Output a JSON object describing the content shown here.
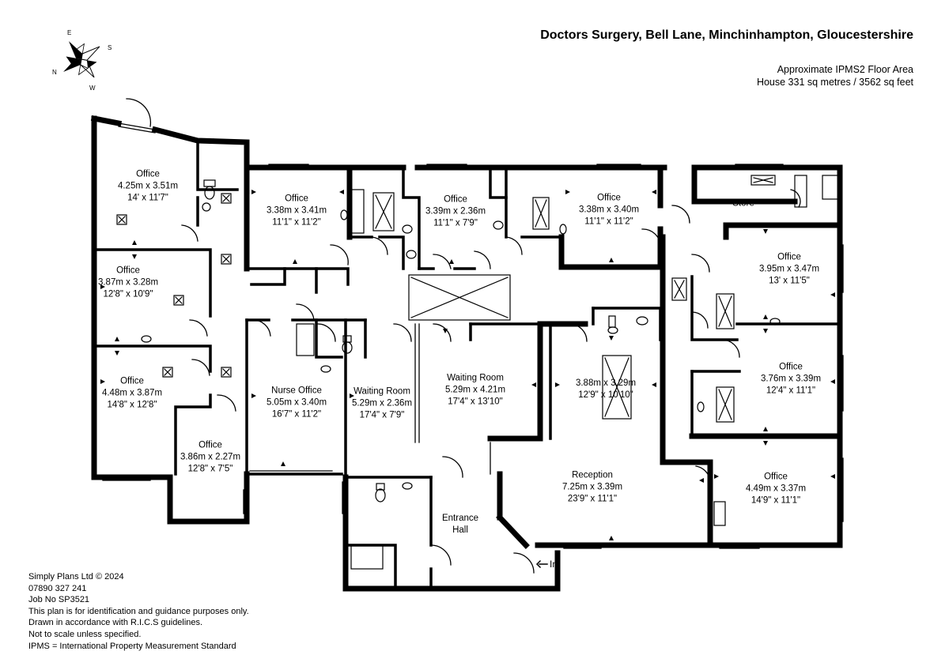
{
  "header": {
    "title": "Doctors Surgery, Bell Lane, Minchinhampton, Gloucestershire",
    "area_label": "Approximate IPMS2 Floor Area",
    "area_value": "House  331 sq metres / 3562 sq feet"
  },
  "compass": {
    "n": "N",
    "s": "S",
    "e": "E",
    "w": "W"
  },
  "entrance_label": "In",
  "rooms": [
    {
      "name": "Office",
      "metric": "4.25m x 3.51m",
      "imperial": "14' x 11'7\""
    },
    {
      "name": "Office",
      "metric": "3.87m x 3.28m",
      "imperial": "12'8\" x 10'9\""
    },
    {
      "name": "Office",
      "metric": "4.48m x 3.87m",
      "imperial": "14'8\" x 12'8\""
    },
    {
      "name": "Office",
      "metric": "3.86m x 2.27m",
      "imperial": "12'8\" x 7'5\""
    },
    {
      "name": "Office",
      "metric": "3.38m x 3.41m",
      "imperial": "11'1\" x 11'2\""
    },
    {
      "name": "Office",
      "metric": "3.39m x 2.36m",
      "imperial": "11'1\" x 7'9\""
    },
    {
      "name": "Office",
      "metric": "3.38m x 3.40m",
      "imperial": "11'1\" x 11'2\""
    },
    {
      "name": "Store",
      "metric": "",
      "imperial": ""
    },
    {
      "name": "Office",
      "metric": "3.95m x 3.47m",
      "imperial": "13' x 11'5\""
    },
    {
      "name": "Office",
      "metric": "3.76m x 3.39m",
      "imperial": "12'4\" x 11'1\""
    },
    {
      "name": "Office",
      "metric": "4.49m x 3.37m",
      "imperial": "14'9\" x 11'1\""
    },
    {
      "name": "Nurse Office",
      "metric": "5.05m x 3.40m",
      "imperial": "16'7\" x 11'2\""
    },
    {
      "name": "Waiting Room",
      "metric": "5.29m x 2.36m",
      "imperial": "17'4\" x 7'9\""
    },
    {
      "name": "Waiting Room",
      "metric": "5.29m x 4.21m",
      "imperial": "17'4\" x 13'10\""
    },
    {
      "name": "",
      "metric": "3.88m x 3.29m",
      "imperial": "12'9\" x 10'10\""
    },
    {
      "name": "Reception",
      "metric": "7.25m x 3.39m",
      "imperial": "23'9\" x 11'1\""
    },
    {
      "name": "Entrance",
      "metric": "Hall",
      "imperial": ""
    }
  ],
  "credits": [
    "Simply Plans Ltd © 2024",
    "07890 327 241",
    "Job No SP3521",
    "This plan is for identification and guidance purposes only.",
    "Drawn in accordance with R.I.C.S guidelines.",
    "Not to scale unless specified.",
    "IPMS = International Property Measurement Standard"
  ]
}
